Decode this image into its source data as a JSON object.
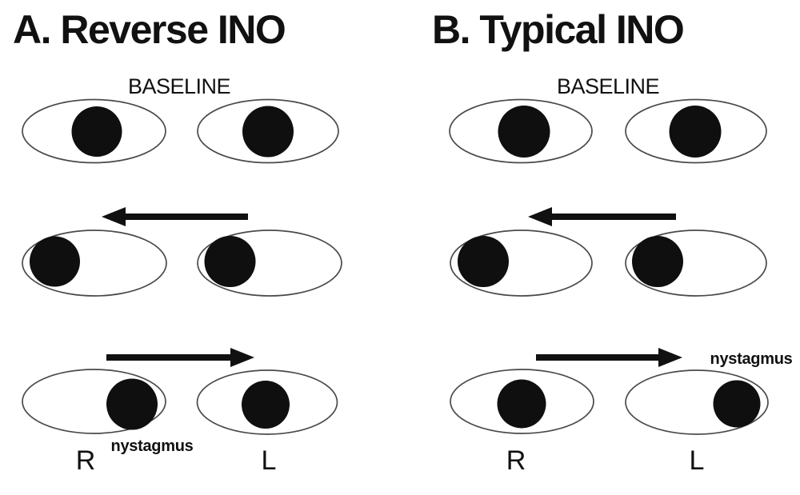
{
  "colors": {
    "background": "#ffffff",
    "text": "#111111",
    "eye_outline": "#4a4a4a",
    "pupil": "#0f0f0f",
    "arrow": "#111111"
  },
  "panels": [
    {
      "id": "A",
      "title": "A. Reverse INO",
      "baseline_label": "BASELINE",
      "nystagmus_label": "nystagmus",
      "eye_labels": {
        "right": "R",
        "left": "L"
      },
      "rows": [
        {
          "name": "baseline",
          "arrow": "none",
          "R_eye_gaze": "center",
          "L_eye_gaze": "center"
        },
        {
          "name": "leftward gaze",
          "arrow": "left",
          "R_eye_gaze": "left",
          "L_eye_gaze": "left"
        },
        {
          "name": "rightward gaze",
          "arrow": "right",
          "R_eye_gaze": "right",
          "L_eye_gaze": "center",
          "nystagmus_eye": "R"
        }
      ]
    },
    {
      "id": "B",
      "title": "B. Typical INO",
      "baseline_label": "BASELINE",
      "nystagmus_label": "nystagmus",
      "eye_labels": {
        "right": "R",
        "left": "L"
      },
      "rows": [
        {
          "name": "baseline",
          "arrow": "none",
          "R_eye_gaze": "center",
          "L_eye_gaze": "center"
        },
        {
          "name": "leftward gaze",
          "arrow": "left",
          "R_eye_gaze": "left",
          "L_eye_gaze": "left"
        },
        {
          "name": "rightward gaze",
          "arrow": "right",
          "R_eye_gaze": "center",
          "L_eye_gaze": "right",
          "nystagmus_eye": "L"
        }
      ]
    }
  ]
}
